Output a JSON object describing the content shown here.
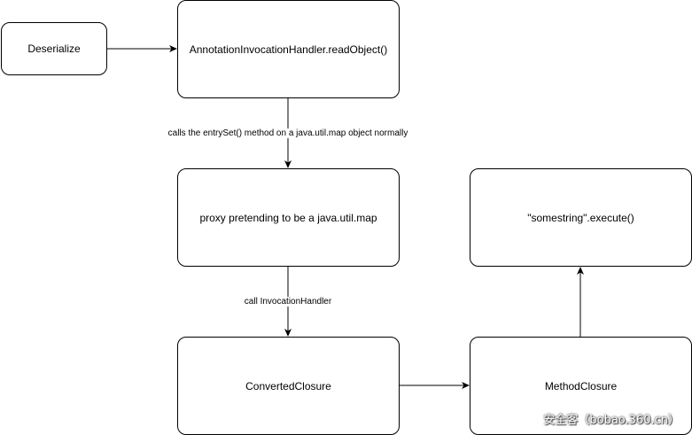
{
  "nodes": {
    "deserialize": "Deserialize",
    "annotation_handler": "AnnotationInvocationHandler.readObject()",
    "proxy": "proxy pretending to be a java.util.map",
    "converted_closure": "ConvertedClosure",
    "method_closure": "MethodClosure",
    "execute": "\"somestring\".execute()"
  },
  "edges": {
    "entryset_label": "calls the entrySet() method on a java.util.map object normally",
    "invocation_label": "call InvocationHandler"
  },
  "watermark": "安全客（bobao.360.cn）",
  "colors": {
    "stroke": "#000000",
    "fill": "#ffffff"
  }
}
